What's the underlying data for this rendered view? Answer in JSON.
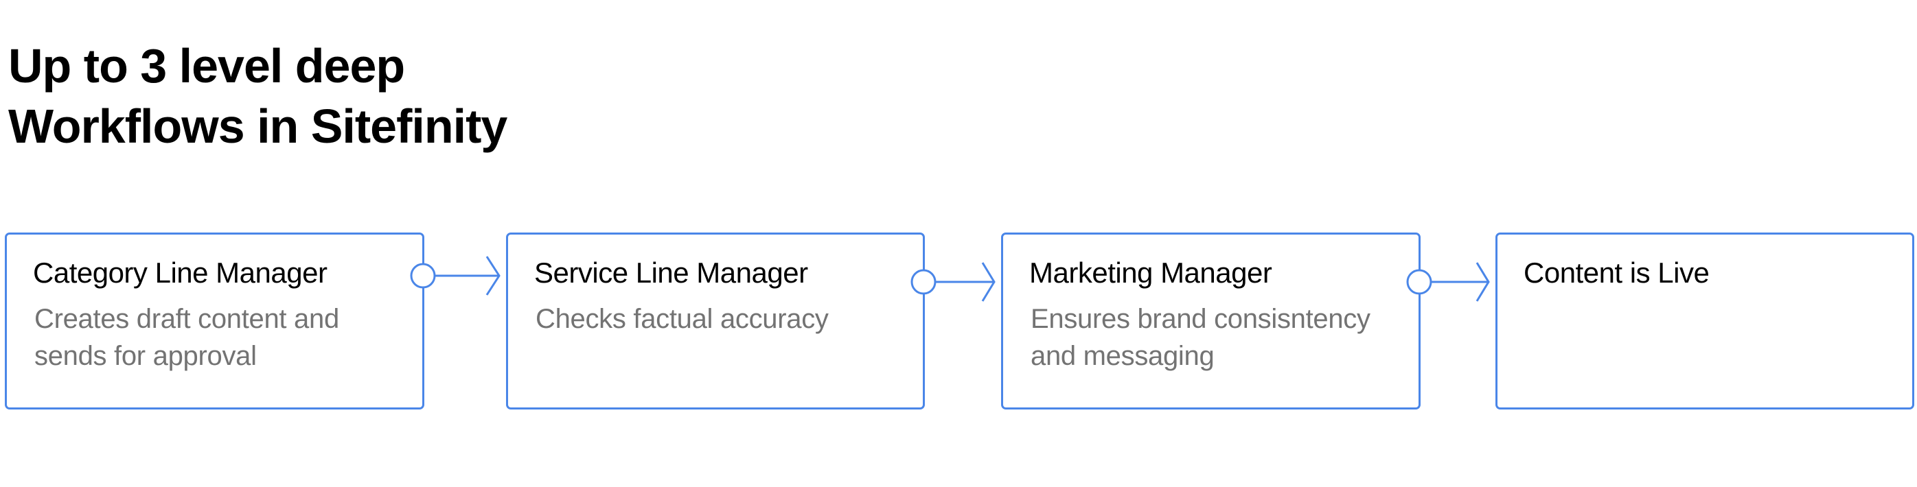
{
  "title": {
    "line1": "Up to 3 level deep",
    "line2": "Workflows in Sitefinity"
  },
  "workflow": {
    "steps": [
      {
        "title": "Category Line Manager",
        "description": "Creates draft content and sends for approval"
      },
      {
        "title": "Service Line Manager",
        "description": "Checks factual accuracy"
      },
      {
        "title": "Marketing Manager",
        "description": "Ensures brand consisntency and messaging"
      },
      {
        "title": "Content is Live",
        "description": ""
      }
    ],
    "colors": {
      "border": "#4a86e8",
      "title_text": "#000000",
      "description_text": "#737373"
    }
  }
}
